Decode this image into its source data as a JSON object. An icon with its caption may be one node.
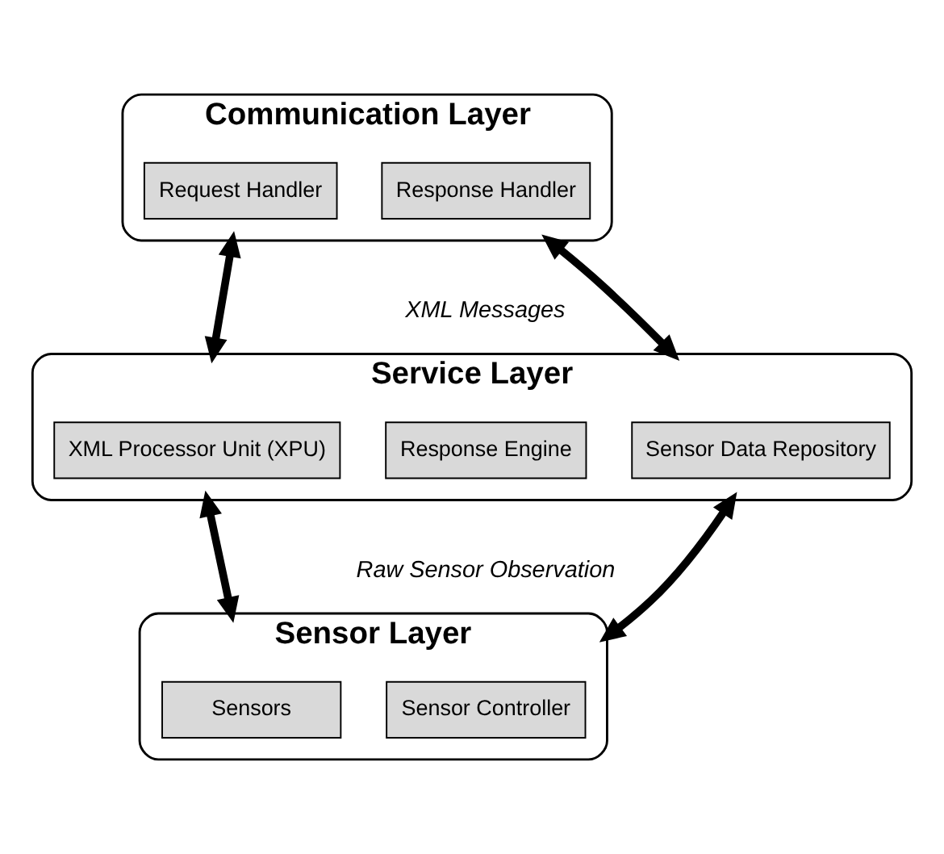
{
  "diagram": {
    "nodes": [
      {
        "text": [
          "Communication Layer"
        ]
      },
      {
        "text": [
          "Request Handler"
        ],
        "in": 0
      },
      {
        "text": [
          "Response Handler"
        ],
        "in": 0
      },
      {
        "text": [
          "Service Layer"
        ]
      },
      {
        "text": [
          "XML Processor Unit (XPU)"
        ],
        "in": 3
      },
      {
        "text": [
          "Response Engine"
        ],
        "in": 3
      },
      {
        "text": [
          "Sensor Data Repository"
        ],
        "in": 3
      },
      {
        "text": [
          "Sensor Layer"
        ]
      },
      {
        "text": [
          "Sensors"
        ],
        "in": 7
      },
      {
        "text": [
          "Sensor Controller"
        ],
        "in": 7
      }
    ],
    "edges": [
      {
        "from": 0,
        "to": 3,
        "arrow": "both"
      },
      {
        "from": 0,
        "to": 3,
        "arrow": "both"
      },
      {
        "from": 3,
        "to": 7,
        "arrow": "both"
      },
      {
        "from": 3,
        "to": 7,
        "arrow": "both"
      }
    ],
    "labels": [
      "XML Messages",
      "Raw Sensor Observation"
    ]
  }
}
